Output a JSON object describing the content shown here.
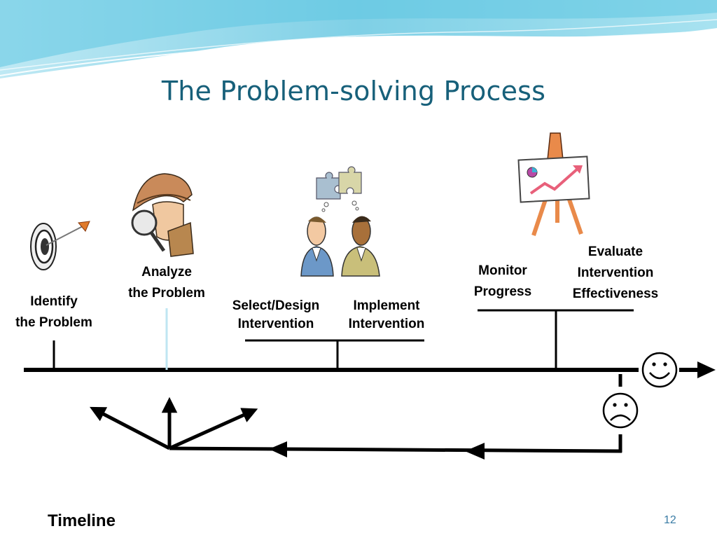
{
  "slide": {
    "title": "The Problem-solving Process",
    "footer_label": "Timeline",
    "page_number": "12"
  },
  "steps": {
    "identify": {
      "line1": "Identify",
      "line2": "the Problem"
    },
    "analyze": {
      "line1": "Analyze",
      "line2": "the Problem"
    },
    "select_design": {
      "line1": "Select/Design",
      "line2": "Intervention"
    },
    "implement": {
      "line1": "Implement",
      "line2": "Intervention"
    },
    "monitor": {
      "line1": "Monitor",
      "line2": "Progress"
    },
    "evaluate": {
      "line1": "Evaluate",
      "line2": "Intervention",
      "line3": "Effectiveness"
    }
  },
  "icons": {
    "target": "target-arrow-icon",
    "detective": "detective-magnifier-icon",
    "collaboration": "two-people-puzzle-icon",
    "chart": "easel-chart-icon",
    "success": "smiley-face-icon",
    "failure": "frowny-face-icon"
  },
  "colors": {
    "title": "#17607a",
    "line": "#000000",
    "wave": "#7fd0e6",
    "page_number": "#3a7ca5"
  }
}
